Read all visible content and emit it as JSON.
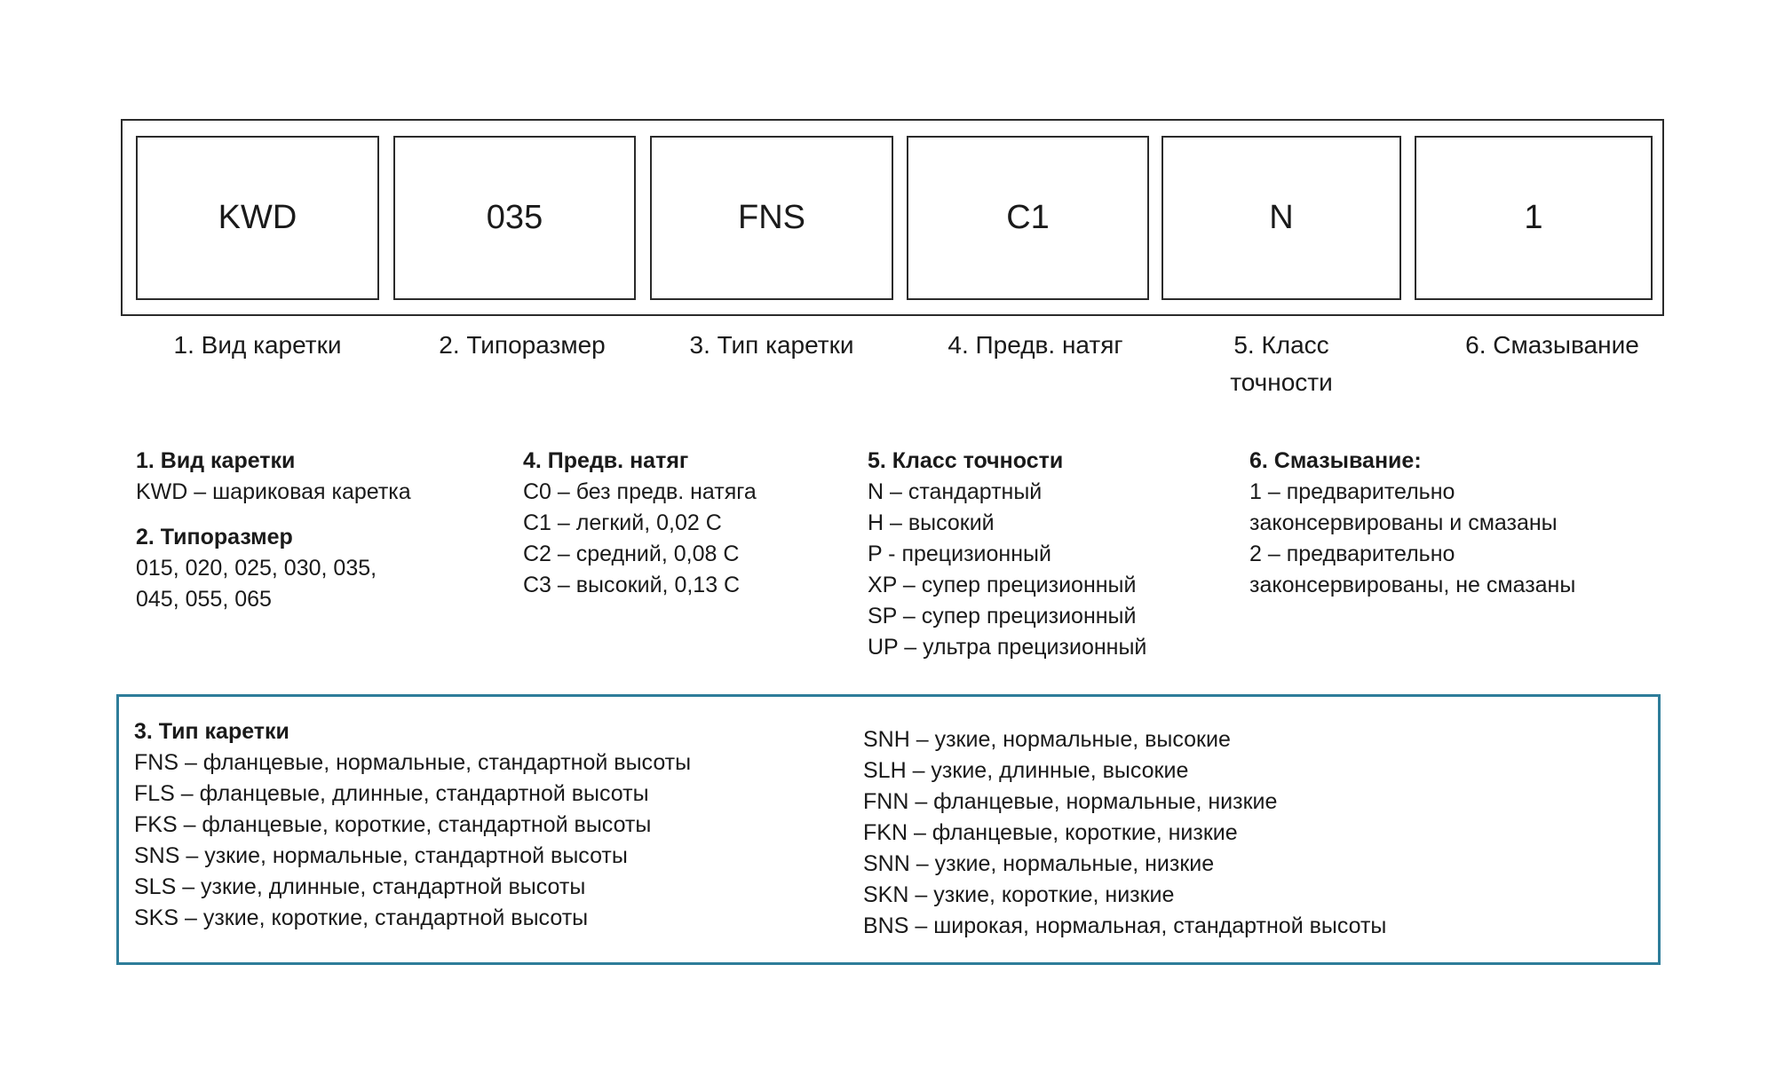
{
  "code": {
    "segments": [
      "KWD",
      "035",
      "FNS",
      "C1",
      "N",
      "1"
    ],
    "labels": [
      "1. Вид каретки",
      "2. Типоразмер",
      "3. Тип каретки",
      "4. Предв. натяг",
      "5. Класс точности",
      "6. Смазывание"
    ]
  },
  "legend": {
    "carriage_kind": {
      "title": "1. Вид каретки",
      "items": [
        "KWD – шариковая каретка"
      ]
    },
    "size": {
      "title": "2. Типоразмер",
      "items": [
        "015, 020, 025, 030, 035,",
        "045, 055, 065"
      ]
    },
    "preload": {
      "title": "4. Предв. натяг",
      "items": [
        "C0 – без предв. натяга",
        "C1 – легкий, 0,02 C",
        "C2 – средний, 0,08 C",
        "C3 – высокий, 0,13 C"
      ]
    },
    "accuracy": {
      "title": "5. Класс точности",
      "items": [
        "N – стандартный",
        "H – высокий",
        "P - прецизионный",
        "XP – супер прецизионный",
        "SP – супер прецизионный",
        "UP – ультра прецизионный"
      ]
    },
    "lubrication": {
      "title": "6. Смазывание:",
      "items": [
        "1 – предварительно",
        "законсервированы и смазаны",
        "2 – предварительно",
        "законсервированы, не смазаны"
      ]
    },
    "carriage_type": {
      "title": "3. Тип каретки",
      "left": [
        "FNS – фланцевые, нормальные, стандартной высоты",
        "FLS – фланцевые, длинные, стандартной высоты",
        "FKS – фланцевые, короткие, стандартной высоты",
        "SNS – узкие, нормальные, стандартной высоты",
        "SLS – узкие, длинные, стандартной высоты",
        "SKS – узкие, короткие, стандартной высоты"
      ],
      "right": [
        "SNH – узкие, нормальные, высокие",
        "SLH – узкие, длинные, высокие",
        "FNN – фланцевые, нормальные, низкие",
        "FKN – фланцевые, короткие, низкие",
        "SNN – узкие, нормальные, низкие",
        "SKN – узкие, короткие, низкие",
        "BNS – широкая, нормальная, стандартной высоты"
      ]
    }
  },
  "colors": {
    "frame": "#2b2b2b",
    "type_frame": "#2e7d9a"
  }
}
